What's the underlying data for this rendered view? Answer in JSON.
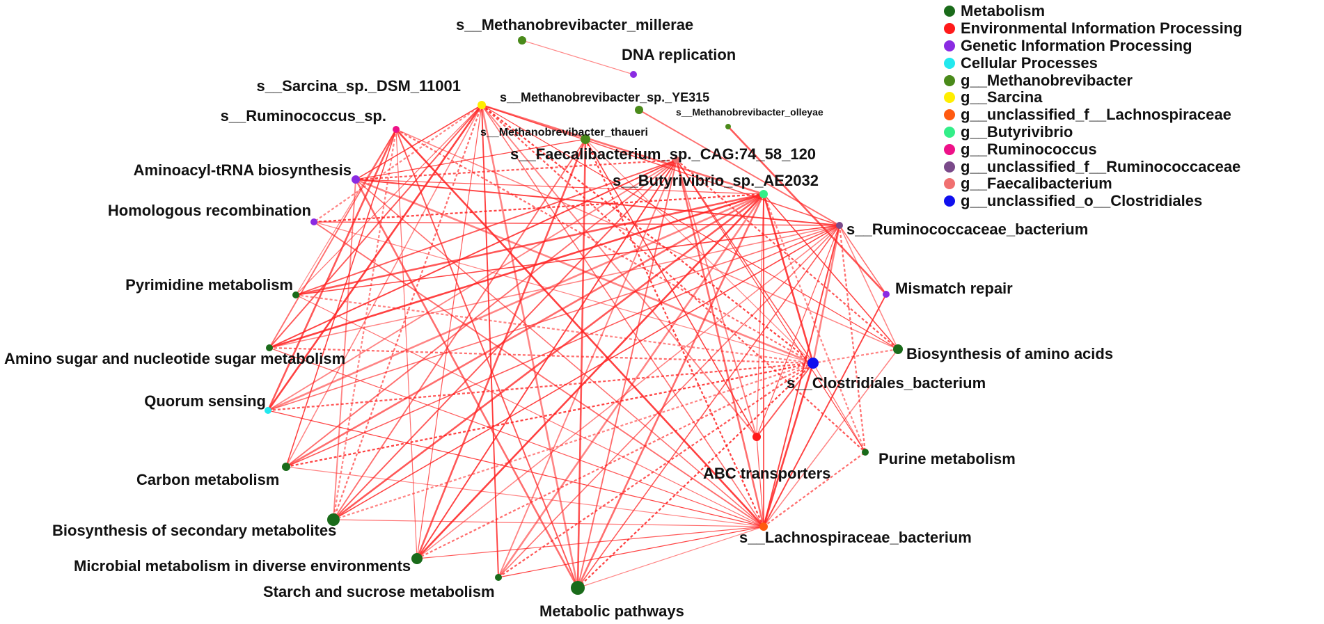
{
  "diagram": {
    "legend": [
      {
        "label": "Metabolism",
        "color": "#1a6b1a"
      },
      {
        "label": "Environmental Information Processing",
        "color": "#ff1a1a"
      },
      {
        "label": "Genetic Information Processing",
        "color": "#8a2be2"
      },
      {
        "label": "Cellular Processes",
        "color": "#22e8ee"
      },
      {
        "label": "g__Methanobrevibacter",
        "color": "#4a8a1a"
      },
      {
        "label": "g__Sarcina",
        "color": "#ffee00"
      },
      {
        "label": "g__unclassified_f__Lachnospiraceae",
        "color": "#ff5a10"
      },
      {
        "label": "g__Butyrivibrio",
        "color": "#33ee88"
      },
      {
        "label": "g__Ruminococcus",
        "color": "#ee1188"
      },
      {
        "label": "g__unclassified_f__Ruminococcaceae",
        "color": "#7a4a8a"
      },
      {
        "label": "g__Faecalibacterium",
        "color": "#f07070"
      },
      {
        "label": "g__unclassified_o__Clostridiales",
        "color": "#1010ee"
      }
    ],
    "edge_color": "#ff2020",
    "nodes": [
      {
        "id": "s_methanobrevibacter_millerae",
        "label": "s__Methanobrevibacter_millerae",
        "color": "#4a8a1a"
      },
      {
        "id": "dna_replication",
        "label": "DNA replication",
        "color": "#8a2be2"
      },
      {
        "id": "s_sarcina",
        "label": "s__Sarcina_sp._DSM_11001",
        "color": "#ffee00"
      },
      {
        "id": "s_methanobrevibacter_ye315",
        "label": "s__Methanobrevibacter_sp._YE315",
        "color": "#4a8a1a"
      },
      {
        "id": "s_methanobrevibacter_olleyae",
        "label": "s__Methanobrevibacter_olleyae",
        "color": "#4a8a1a"
      },
      {
        "id": "s_ruminococcus",
        "label": "s__Ruminococcus_sp.",
        "color": "#ee1188"
      },
      {
        "id": "s_methanobrevibacter_thaueri",
        "label": "s__Methanobrevibacter_thaueri",
        "color": "#4a8a1a"
      },
      {
        "id": "s_faecalibacterium",
        "label": "s__Faecalibacterium_sp._CAG:74_58_120",
        "color": "#f07070"
      },
      {
        "id": "aminoacyl_trna",
        "label": "Aminoacyl-tRNA biosynthesis",
        "color": "#8a2be2"
      },
      {
        "id": "s_butyrivibrio",
        "label": "s__Butyrivibrio_sp._AE2032",
        "color": "#33ee88"
      },
      {
        "id": "homologous_recombination",
        "label": "Homologous recombination",
        "color": "#8a2be2"
      },
      {
        "id": "s_ruminococcaceae",
        "label": "s__Ruminococcaceae_bacterium",
        "color": "#7a4a8a"
      },
      {
        "id": "pyrimidine_metabolism",
        "label": "Pyrimidine metabolism",
        "color": "#1a6b1a"
      },
      {
        "id": "mismatch_repair",
        "label": "Mismatch repair",
        "color": "#8a2be2"
      },
      {
        "id": "amino_sugar",
        "label": "Amino sugar and nucleotide sugar metabolism",
        "color": "#1a6b1a"
      },
      {
        "id": "biosynthesis_amino_acids",
        "label": "Biosynthesis of amino acids",
        "color": "#1a6b1a"
      },
      {
        "id": "s_clostridiales",
        "label": "s__Clostridiales_bacterium",
        "color": "#1010ee"
      },
      {
        "id": "quorum_sensing",
        "label": "Quorum sensing",
        "color": "#22e8ee"
      },
      {
        "id": "abc_transporters",
        "label": "ABC transporters",
        "color": "#ff1a1a"
      },
      {
        "id": "purine_metabolism",
        "label": "Purine metabolism",
        "color": "#1a6b1a"
      },
      {
        "id": "carbon_metabolism",
        "label": "Carbon metabolism",
        "color": "#1a6b1a"
      },
      {
        "id": "biosynthesis_secondary",
        "label": "Biosynthesis of secondary metabolites",
        "color": "#1a6b1a"
      },
      {
        "id": "s_lachnospiraceae",
        "label": "s__Lachnospiraceae_bacterium",
        "color": "#ff5a10"
      },
      {
        "id": "microbial_metabolism",
        "label": "Microbial metabolism in diverse environments",
        "color": "#1a6b1a"
      },
      {
        "id": "starch_sucrose",
        "label": "Starch and sucrose metabolism",
        "color": "#1a6b1a"
      },
      {
        "id": "metabolic_pathways",
        "label": "Metabolic pathways",
        "color": "#1a6b1a"
      }
    ],
    "edges": [
      [
        "s_methanobrevibacter_millerae",
        "dna_replication"
      ],
      [
        "s_methanobrevibacter_ye315",
        "s_ruminococcaceae"
      ],
      [
        "s_methanobrevibacter_olleyae",
        "mismatch_repair"
      ],
      [
        "s_sarcina",
        "aminoacyl_trna"
      ],
      [
        "s_sarcina",
        "homologous_recombination"
      ],
      [
        "s_sarcina",
        "pyrimidine_metabolism"
      ],
      [
        "s_sarcina",
        "amino_sugar"
      ],
      [
        "s_sarcina",
        "quorum_sensing"
      ],
      [
        "s_sarcina",
        "carbon_metabolism"
      ],
      [
        "s_sarcina",
        "biosynthesis_secondary"
      ],
      [
        "s_sarcina",
        "microbial_metabolism"
      ],
      [
        "s_sarcina",
        "starch_sucrose"
      ],
      [
        "s_sarcina",
        "metabolic_pathways"
      ],
      [
        "s_sarcina",
        "s_lachnospiraceae"
      ],
      [
        "s_sarcina",
        "purine_metabolism"
      ],
      [
        "s_sarcina",
        "biosynthesis_amino_acids"
      ],
      [
        "s_sarcina",
        "abc_transporters"
      ],
      [
        "s_sarcina",
        "s_butyrivibrio"
      ],
      [
        "s_sarcina",
        "s_ruminococcaceae"
      ],
      [
        "s_sarcina",
        "s_clostridiales"
      ],
      [
        "s_ruminococcus",
        "pyrimidine_metabolism"
      ],
      [
        "s_ruminococcus",
        "amino_sugar"
      ],
      [
        "s_ruminococcus",
        "quorum_sensing"
      ],
      [
        "s_ruminococcus",
        "carbon_metabolism"
      ],
      [
        "s_ruminococcus",
        "biosynthesis_secondary"
      ],
      [
        "s_ruminococcus",
        "microbial_metabolism"
      ],
      [
        "s_ruminococcus",
        "metabolic_pathways"
      ],
      [
        "s_ruminococcus",
        "s_lachnospiraceae"
      ],
      [
        "s_ruminococcus",
        "biosynthesis_amino_acids"
      ],
      [
        "s_ruminococcus",
        "s_clostridiales"
      ],
      [
        "aminoacyl_trna",
        "s_butyrivibrio"
      ],
      [
        "aminoacyl_trna",
        "s_ruminococcaceae"
      ],
      [
        "aminoacyl_trna",
        "s_clostridiales"
      ],
      [
        "aminoacyl_trna",
        "s_lachnospiraceae"
      ],
      [
        "aminoacyl_trna",
        "s_faecalibacterium"
      ],
      [
        "aminoacyl_trna",
        "s_methanobrevibacter_thaueri"
      ],
      [
        "aminoacyl_trna",
        "biosynthesis_secondary"
      ],
      [
        "aminoacyl_trna",
        "metabolic_pathways"
      ],
      [
        "homologous_recombination",
        "s_ruminococcaceae"
      ],
      [
        "homologous_recombination",
        "s_butyrivibrio"
      ],
      [
        "homologous_recombination",
        "s_clostridiales"
      ],
      [
        "homologous_recombination",
        "s_lachnospiraceae"
      ],
      [
        "pyrimidine_metabolism",
        "s_butyrivibrio"
      ],
      [
        "pyrimidine_metabolism",
        "s_ruminococcaceae"
      ],
      [
        "pyrimidine_metabolism",
        "s_clostridiales"
      ],
      [
        "pyrimidine_metabolism",
        "s_lachnospiraceae"
      ],
      [
        "pyrimidine_metabolism",
        "s_faecalibacterium"
      ],
      [
        "amino_sugar",
        "s_butyrivibrio"
      ],
      [
        "amino_sugar",
        "s_ruminococcaceae"
      ],
      [
        "amino_sugar",
        "s_clostridiales"
      ],
      [
        "amino_sugar",
        "s_lachnospiraceae"
      ],
      [
        "amino_sugar",
        "s_faecalibacterium"
      ],
      [
        "quorum_sensing",
        "s_butyrivibrio"
      ],
      [
        "quorum_sensing",
        "s_ruminococcaceae"
      ],
      [
        "quorum_sensing",
        "s_clostridiales"
      ],
      [
        "quorum_sensing",
        "s_lachnospiraceae"
      ],
      [
        "quorum_sensing",
        "s_faecalibacterium"
      ],
      [
        "carbon_metabolism",
        "s_butyrivibrio"
      ],
      [
        "carbon_metabolism",
        "s_ruminococcaceae"
      ],
      [
        "carbon_metabolism",
        "s_clostridiales"
      ],
      [
        "carbon_metabolism",
        "s_lachnospiraceae"
      ],
      [
        "carbon_metabolism",
        "s_faecalibacterium"
      ],
      [
        "biosynthesis_secondary",
        "s_butyrivibrio"
      ],
      [
        "biosynthesis_secondary",
        "s_ruminococcaceae"
      ],
      [
        "biosynthesis_secondary",
        "s_clostridiales"
      ],
      [
        "biosynthesis_secondary",
        "s_lachnospiraceae"
      ],
      [
        "biosynthesis_secondary",
        "s_faecalibacterium"
      ],
      [
        "microbial_metabolism",
        "s_butyrivibrio"
      ],
      [
        "microbial_metabolism",
        "s_ruminococcaceae"
      ],
      [
        "microbial_metabolism",
        "s_clostridiales"
      ],
      [
        "microbial_metabolism",
        "s_lachnospiraceae"
      ],
      [
        "microbial_metabolism",
        "s_faecalibacterium"
      ],
      [
        "starch_sucrose",
        "s_butyrivibrio"
      ],
      [
        "starch_sucrose",
        "s_ruminococcaceae"
      ],
      [
        "starch_sucrose",
        "s_clostridiales"
      ],
      [
        "starch_sucrose",
        "s_lachnospiraceae"
      ],
      [
        "starch_sucrose",
        "s_faecalibacterium"
      ],
      [
        "metabolic_pathways",
        "s_butyrivibrio"
      ],
      [
        "metabolic_pathways",
        "s_ruminococcaceae"
      ],
      [
        "metabolic_pathways",
        "s_clostridiales"
      ],
      [
        "metabolic_pathways",
        "s_lachnospiraceae"
      ],
      [
        "metabolic_pathways",
        "s_faecalibacterium"
      ],
      [
        "metabolic_pathways",
        "s_methanobrevibacter_thaueri"
      ],
      [
        "s_butyrivibrio",
        "biosynthesis_amino_acids"
      ],
      [
        "s_butyrivibrio",
        "purine_metabolism"
      ],
      [
        "s_butyrivibrio",
        "abc_transporters"
      ],
      [
        "s_butyrivibrio",
        "s_lachnospiraceae"
      ],
      [
        "s_butyrivibrio",
        "s_clostridiales"
      ],
      [
        "s_ruminococcaceae",
        "biosynthesis_amino_acids"
      ],
      [
        "s_ruminococcaceae",
        "purine_metabolism"
      ],
      [
        "s_ruminococcaceae",
        "abc_transporters"
      ],
      [
        "s_ruminococcaceae",
        "s_lachnospiraceae"
      ],
      [
        "s_ruminococcaceae",
        "s_clostridiales"
      ],
      [
        "s_ruminococcaceae",
        "mismatch_repair"
      ],
      [
        "s_faecalibacterium",
        "biosynthesis_amino_acids"
      ],
      [
        "s_faecalibacterium",
        "purine_metabolism"
      ],
      [
        "s_faecalibacterium",
        "abc_transporters"
      ],
      [
        "s_faecalibacterium",
        "s_lachnospiraceae"
      ],
      [
        "s_faecalibacterium",
        "s_clostridiales"
      ],
      [
        "s_methanobrevibacter_thaueri",
        "s_lachnospiraceae"
      ],
      [
        "s_methanobrevibacter_thaueri",
        "s_clostridiales"
      ],
      [
        "s_methanobrevibacter_thaueri",
        "biosynthesis_secondary"
      ],
      [
        "s_methanobrevibacter_thaueri",
        "microbial_metabolism"
      ],
      [
        "s_methanobrevibacter_thaueri",
        "abc_transporters"
      ],
      [
        "s_clostridiales",
        "biosynthesis_amino_acids"
      ],
      [
        "s_clostridiales",
        "purine_metabolism"
      ],
      [
        "s_clostridiales",
        "abc_transporters"
      ],
      [
        "s_clostridiales",
        "s_lachnospiraceae"
      ],
      [
        "s_lachnospiraceae",
        "biosynthesis_amino_acids"
      ],
      [
        "s_lachnospiraceae",
        "purine_metabolism"
      ],
      [
        "s_lachnospiraceae",
        "abc_transporters"
      ],
      [
        "s_lachnospiraceae",
        "mismatch_repair"
      ]
    ]
  }
}
